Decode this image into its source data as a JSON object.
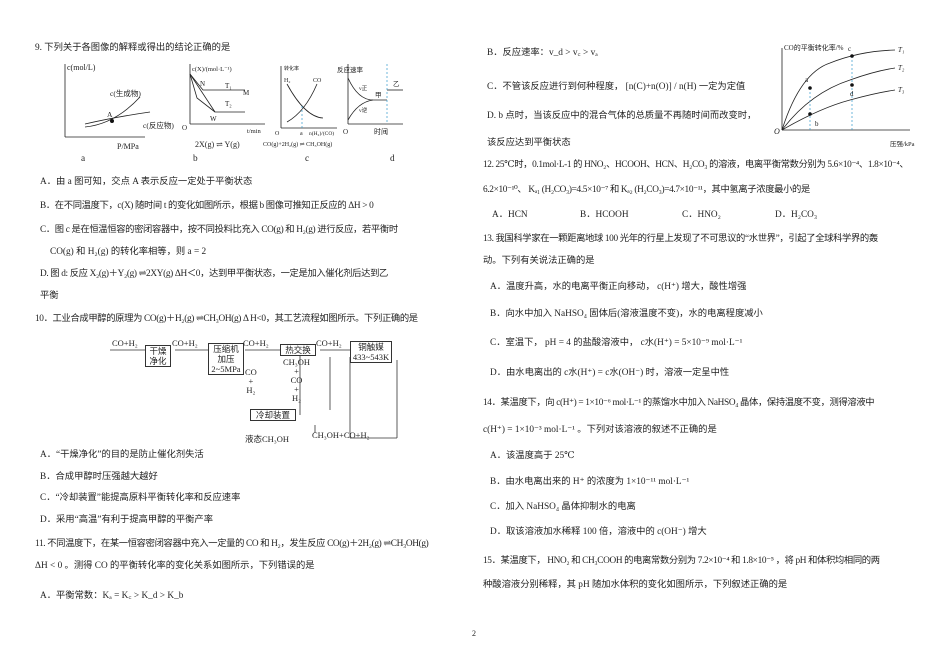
{
  "q9": {
    "stem": "9. 下列关于各图像的解释或得出的结论正确的是",
    "fig_a": {
      "ylabel": "c(mol/L)",
      "product": "c(生成物)",
      "reactant": "c(反应物)",
      "point": "A",
      "xlabel": "P/MPa",
      "caption": "a"
    },
    "fig_b": {
      "ylabel": "c(X)/(mol·L⁻¹)",
      "n": "N",
      "m": "M",
      "w": "W",
      "t1": "T₁",
      "t2": "T₂",
      "origin": "O",
      "xlabel": "t/min",
      "equation": "2X(g) ⇌ Y(g)",
      "caption": "b"
    },
    "fig_c": {
      "ylabel": "转化率",
      "h2": "H₂",
      "co": "CO",
      "origin": "O",
      "a": "a",
      "xlabel": "n(H₂)/(CO)",
      "equation": "CO(g)+2H₂(g) ⇌ CH₃OH(g)",
      "caption": "c"
    },
    "fig_d": {
      "ylabel": "反应速率",
      "v_fwd": "v正",
      "v_rev": "v逆",
      "jia": "甲",
      "yi": "乙",
      "origin": "O",
      "t": "t",
      "xlabel": "时间",
      "caption": "d"
    },
    "A": "A．由 a 图可知，交点 A 表示反应一定处于平衡状态",
    "B": "B．在不同温度下，c(X) 随时间 t 的变化如图所示，根据 b 图像可推知正反应的 ΔH > 0",
    "C1": "C．图 c 是在恒温恒容的密闭容器中，按不同投料比充入 CO(g) 和 H₂(g) 进行反应，若平衡时",
    "C2": "CO(g) 和 H₂(g) 的转化率相等，则 a = 2",
    "D1": "D. 图 d: 反应 X₂(g)＋Y₂(g) ⇌2XY(g)    ΔH＜0，达到甲平衡状态，一定是加入催化剂后达到乙",
    "D2": "平衡"
  },
  "q10": {
    "stem": "10．工业合成甲醇的原理为 CO(g)＋H₂(g) ⇌CH₃OH(g) Δ H<0，其工艺流程如图所示。下列正确的是",
    "flow": {
      "in": "CO+H₂",
      "dry1": "干燥",
      "dry2": "净化",
      "f1": "CO+H₂",
      "comp1": "压缩机",
      "comp2": "加压",
      "comp3": "2~5MPa",
      "f2": "CO+H₂",
      "hx": "热交换",
      "f3": "CO+H₂",
      "cat1": "铜触媒",
      "cat2": "433~543K",
      "recycle": "CO\n+\nH₂",
      "down": "CH₃OH\n+\nCO\n+\nH₂",
      "cool": "冷却装置",
      "liquid": "液态CH₃OH",
      "ret": "CH₃OH+CO+H₂"
    },
    "A": "A．“干燥净化”的目的是防止催化剂失活",
    "B": "B．合成甲醇时压强越大越好",
    "C": "C．“冷却装置”能提高原料平衡转化率和反应速率",
    "D": "D．采用“高温”有利于提高甲醇的平衡产率"
  },
  "q11": {
    "stem1": "11. 不同温度下，在某一恒容密闭容器中充入一定量的 CO 和 H₂，发生反应 CO(g)＋2H₂(g) ⇌CH₃OH(g)",
    "stem2": "ΔH < 0 。测得 CO 的平衡转化率的变化关系如图所示，下列错误的是",
    "A": "A．平衡常数：Kₐ = K꜀ > K_d > K_b",
    "B": "B．反应速率：v_d > v꜀ > vₐ",
    "C": "C．不管该反应进行到何种程度， [n(C)+n(O)] / n(H) 一定为定值",
    "D1": "D. b 点时，当该反应中的混合气体的总质量不再随时间而改变时，",
    "D2": "该反应达到平衡状态",
    "chart": {
      "ylabel": "CO的平衡转化率/%",
      "xlabel": "压强/kPa",
      "origin": "O",
      "t1": "T₁",
      "t2": "T₂",
      "t3": "T₃",
      "a": "a",
      "b": "b",
      "c": "c",
      "d": "d"
    }
  },
  "q12": {
    "stem1": "12. 25℃时，0.1mol·L-1 的 HNO₂、HCOOH、HCN、H₂CO₃ 的溶液，电离平衡常数分别为 5.6×10⁻⁴、1.8×10⁻⁴、",
    "stem2": "6.2×10⁻¹⁰、 Kₐ₁ (H₂CO₃)=4.5×10⁻⁷ 和 Kₐ₂ (H₂CO₃)=4.7×10⁻¹¹，其中氢离子浓度最小的是",
    "A": "A．HCN",
    "B": "B．HCOOH",
    "C": "C．HNO₂",
    "D": "D．H₂CO₃"
  },
  "q13": {
    "stem1": "13. 我国科学家在一颗距离地球 100 光年的行星上发现了不可思议的“水世界”，引起了全球科学界的轰",
    "stem2": "动。下列有关说法正确的是",
    "A": "A．温度升高，水的电离平衡正向移动， c(H⁺) 增大，酸性增强",
    "B": "B．向水中加入 NaHSO₄ 固体后(溶液温度不变)，水的电离程度减小",
    "C": "C．室温下， pH = 4 的盐酸溶液中， c水(H⁺) = 5×10⁻⁹ mol·L⁻¹",
    "D": "D．由水电离出的 c水(H⁺) = c水(OH⁻) 时，溶液一定呈中性"
  },
  "q14": {
    "stem1": "14．某温度下，向 c(H⁺) = 1×10⁻⁶ mol·L⁻¹ 的蒸馏水中加入 NaHSO₄ 晶体，保持温度不变，测得溶液中",
    "stem2": "c(H⁺) = 1×10⁻³ mol·L⁻¹ 。下列对该溶液的叙述不正确的是",
    "A": "A．该温度高于 25℃",
    "B": "B．由水电离出来的 H⁺ 的浓度为 1×10⁻¹¹ mol·L⁻¹",
    "C": "C．加入 NaHSO₄ 晶体抑制水的电离",
    "D": "D．取该溶液加水稀释 100 倍，溶液中的 c(OH⁻) 增大"
  },
  "q15": {
    "stem1": "15．某温度下， HNO₂ 和 CH₃COOH 的电离常数分别为 7.2×10⁻⁴ 和 1.8×10⁻⁵ ，将 pH 和体积均相同的两",
    "stem2": "种酸溶液分别稀释，其 pH 随加水体积的变化如图所示，下列叙述正确的是"
  },
  "page_number": "2"
}
